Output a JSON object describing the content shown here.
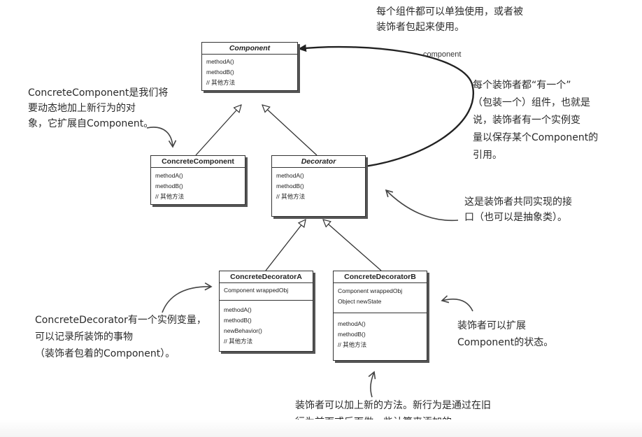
{
  "classes": {
    "component": {
      "name": "Component",
      "methods": [
        "methodA()",
        "methodB()",
        "// 其他方法"
      ]
    },
    "concrete_component": {
      "name": "ConcreteComponent",
      "methods": [
        "methodA()",
        "methodB()",
        "// 其他方法"
      ]
    },
    "decorator": {
      "name": "Decorator",
      "methods": [
        "methodA()",
        "methodB()",
        "// 其他方法"
      ]
    },
    "concrete_decorator_a": {
      "name": "ConcreteDecoratorA",
      "fields": [
        "Component wrappedObj"
      ],
      "methods": [
        "methodA()",
        "methodB()",
        "newBehavior()",
        "// 其他方法"
      ]
    },
    "concrete_decorator_b": {
      "name": "ConcreteDecoratorB",
      "fields": [
        "Component wrappedObj",
        "Object newState"
      ],
      "methods": [
        "methodA()",
        "methodB()",
        "// 其他方法"
      ]
    }
  },
  "association_label": "component",
  "notes": {
    "top": [
      "每个组件都可以单独使用，或者被",
      "装饰者包起来使用。"
    ],
    "concrete_component": [
      "ConcreteComponent是我们将",
      "要动态地加上新行为的对",
      "象，它扩展自Component。"
    ],
    "decorator_has_a": [
      "每个装饰者都“有一个”",
      "（包装一个）组件，也就是",
      "说，装饰者有一个实例变",
      "量以保存某个Component的",
      "引用。"
    ],
    "decorator_interface": [
      "这是装饰者共同实现的接",
      "口（也可以是抽象类）。"
    ],
    "concrete_decorator_a": [
      "ConcreteDecorator有一个实例变量，",
      "可以记录所装饰的事物",
      "（装饰者包着的Component）。"
    ],
    "concrete_decorator_b": [
      "装饰者可以扩展",
      "Component的状态。"
    ],
    "bottom": [
      "装饰者可以加上新的方法。新行为是通过在旧",
      "行为前面或后面做一些计算来添加的。"
    ]
  }
}
